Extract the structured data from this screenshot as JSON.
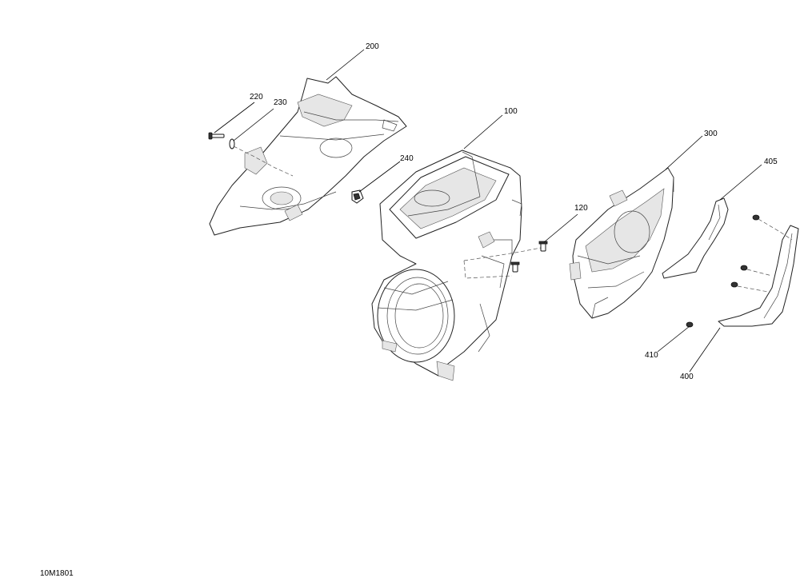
{
  "drawing_id": "10M1801",
  "callouts": [
    {
      "id": "200",
      "label": "200"
    },
    {
      "id": "220",
      "label": "220"
    },
    {
      "id": "230",
      "label": "230"
    },
    {
      "id": "240",
      "label": "240"
    },
    {
      "id": "100",
      "label": "100"
    },
    {
      "id": "120",
      "label": "120"
    },
    {
      "id": "300",
      "label": "300"
    },
    {
      "id": "405",
      "label": "405"
    },
    {
      "id": "410",
      "label": "410"
    },
    {
      "id": "400",
      "label": "400"
    }
  ]
}
